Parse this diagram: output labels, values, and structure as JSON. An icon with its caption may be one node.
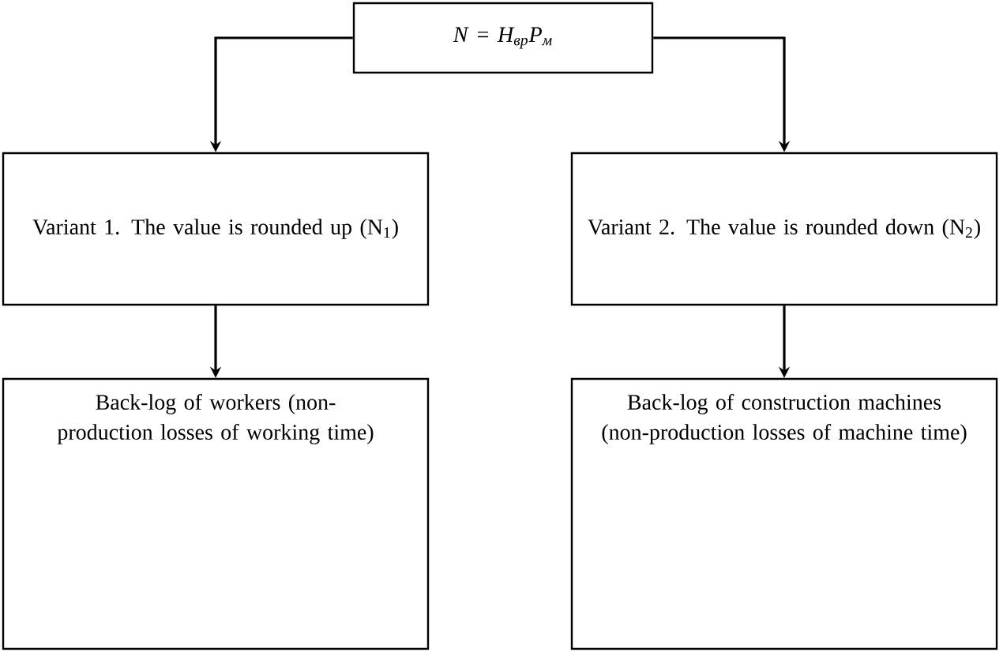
{
  "diagram": {
    "nodes": [
      {
        "text": [
          "N = H$_{вр}$P$_{м}$"
        ]
      },
      {
        "text": [
          "Variant 1. The value is rounded up (N$_{1}$)"
        ]
      },
      {
        "text": [
          "Variant 2. The value is rounded down (N$_{2}$)"
        ]
      },
      {
        "text": [
          "Back-log of workers (non-production losses of working time)"
        ]
      },
      {
        "text": [
          "Back-log of construction machines (non-production losses of machine time)"
        ]
      }
    ],
    "edges": [
      {
        "from": 0,
        "to": 1,
        "arrow": "to"
      },
      {
        "from": 0,
        "to": 2,
        "arrow": "to"
      },
      {
        "from": 1,
        "to": 3,
        "arrow": "to"
      },
      {
        "from": 2,
        "to": 4,
        "arrow": "to"
      }
    ]
  }
}
